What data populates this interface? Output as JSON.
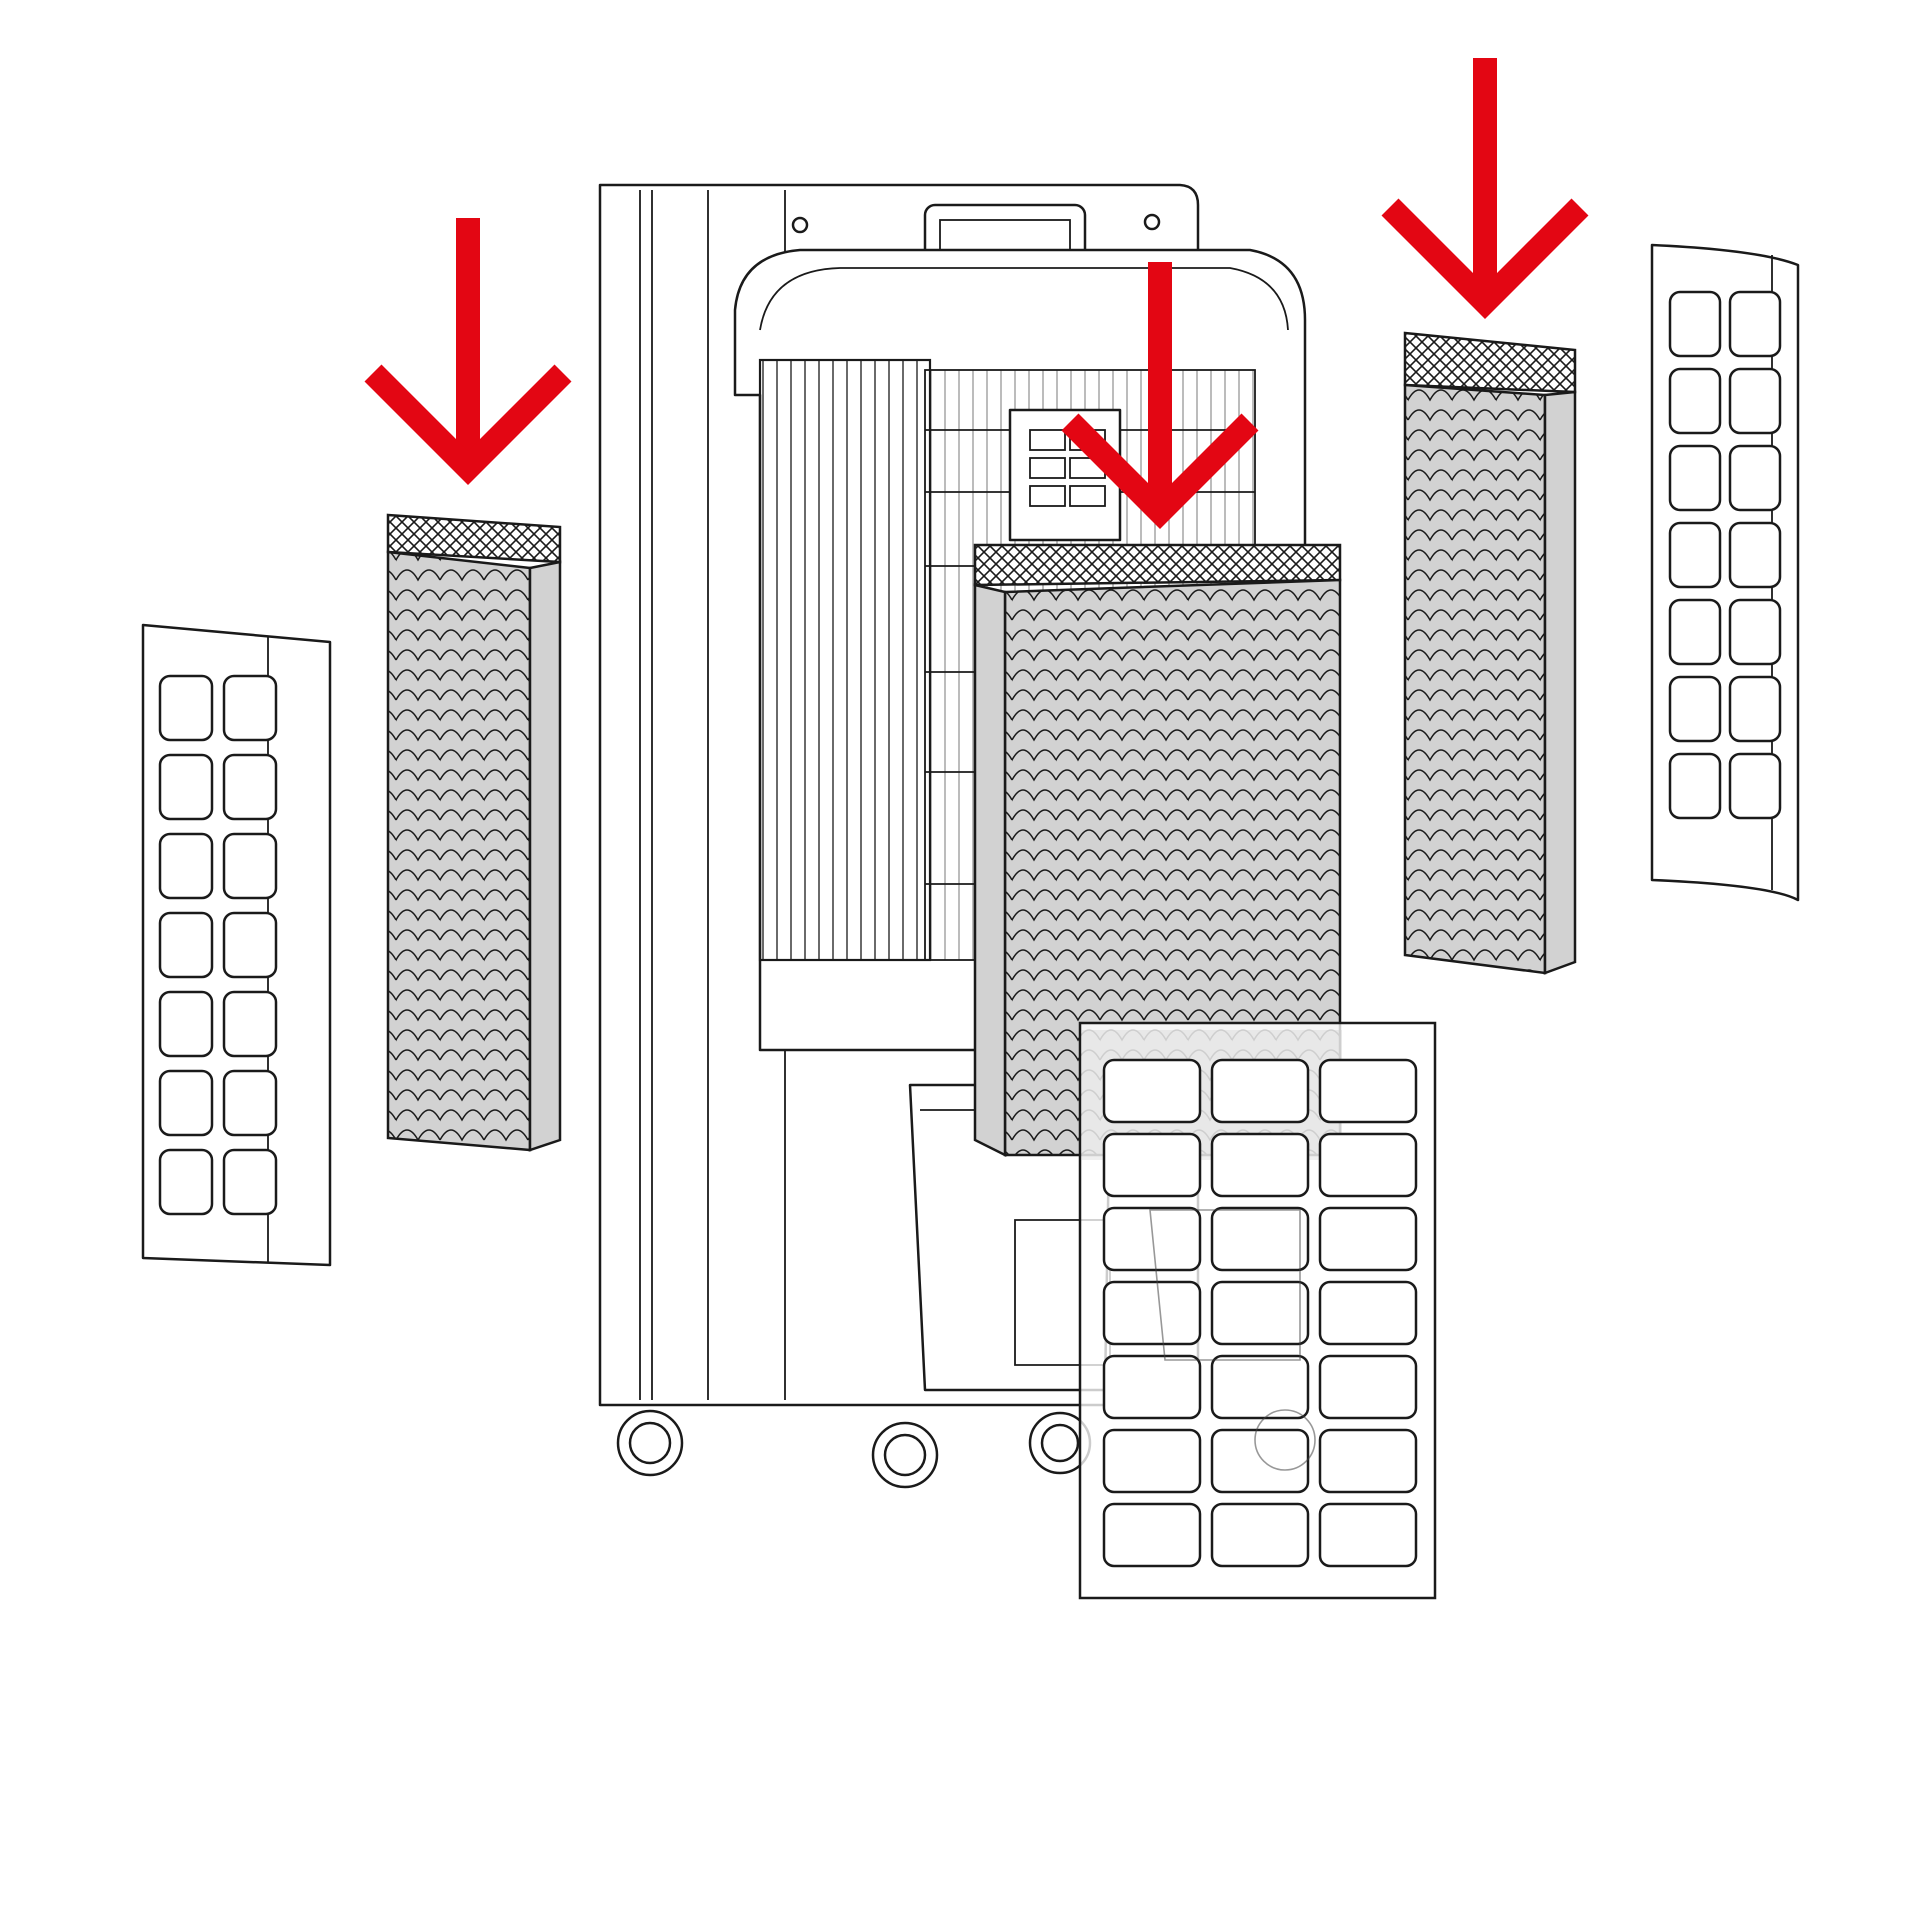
{
  "diagram": {
    "type": "assembly-illustration",
    "colors": {
      "arrow": "#e30613",
      "line": "#1a1a1a",
      "pad_fill": "#d2d2d2",
      "background": "#ffffff"
    },
    "icons": {
      "arrow": "arrow-down-icon",
      "wheel": "caster-wheel-icon"
    },
    "parts": {
      "pads": 3,
      "side_grilles": 2,
      "rear_grille": 1,
      "wheels": 3
    },
    "grille_cells": {
      "side": {
        "rows": 7,
        "cols": 2
      },
      "rear": {
        "rows": 7,
        "cols": 3
      }
    }
  }
}
